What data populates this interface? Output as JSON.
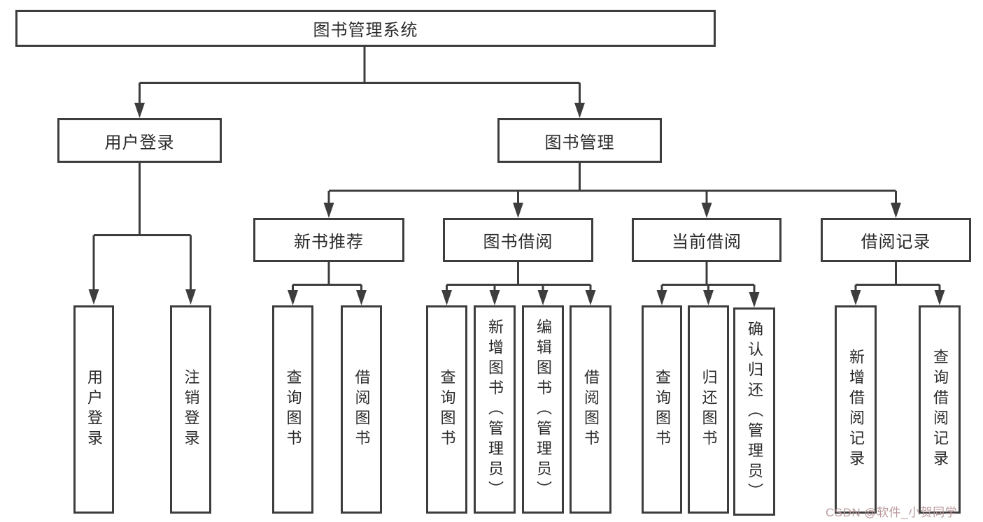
{
  "diagram": {
    "root": {
      "label": "图书管理系统"
    },
    "level2": [
      {
        "label": "用户登录"
      },
      {
        "label": "图书管理"
      }
    ],
    "level3": [
      {
        "label": "新书推荐"
      },
      {
        "label": "图书借阅"
      },
      {
        "label": "当前借阅"
      },
      {
        "label": "借阅记录"
      }
    ],
    "leaves": {
      "user_login": [
        {
          "label": "用户登录"
        },
        {
          "label": "注销登录"
        }
      ],
      "new_book": [
        {
          "label": "查询图书"
        },
        {
          "label": "借阅图书"
        }
      ],
      "book_borrow": [
        {
          "label": "查询图书"
        },
        {
          "label": "新增图书（管理员）"
        },
        {
          "label": "编辑图书（管理员）"
        },
        {
          "label": "借阅图书"
        }
      ],
      "current_borrow": [
        {
          "label": "查询图书"
        },
        {
          "label": "归还图书"
        },
        {
          "label": "确认归还（管理员）"
        }
      ],
      "borrow_record": [
        {
          "label": "新增借阅记录"
        },
        {
          "label": "查询借阅记录"
        }
      ]
    }
  },
  "watermark": {
    "text": "CSDN @软件_小贺同学"
  },
  "colors": {
    "line": "#3d3d3d",
    "box_border": "#3d3d3d",
    "text": "#2b2b2b",
    "background": "#ffffff",
    "watermark": "#b79598"
  }
}
